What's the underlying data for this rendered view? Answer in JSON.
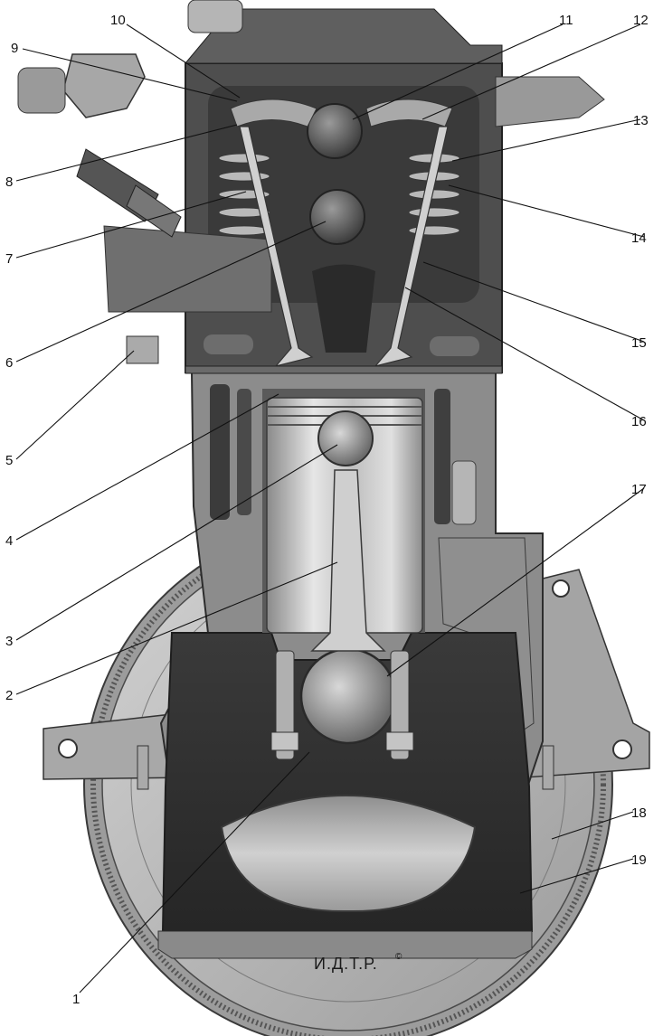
{
  "labels": {
    "l1": "1",
    "l2": "2",
    "l3": "3",
    "l4": "4",
    "l5": "5",
    "l6": "6",
    "l7": "7",
    "l8": "8",
    "l9": "9",
    "l10": "10",
    "l11": "11",
    "l12": "12",
    "l13": "13",
    "l14": "14",
    "l15": "15",
    "l16": "16",
    "l17": "17",
    "l18": "18",
    "l19": "19"
  },
  "watermark": "И.Д.Т.Р.",
  "copyright_mark": "©"
}
